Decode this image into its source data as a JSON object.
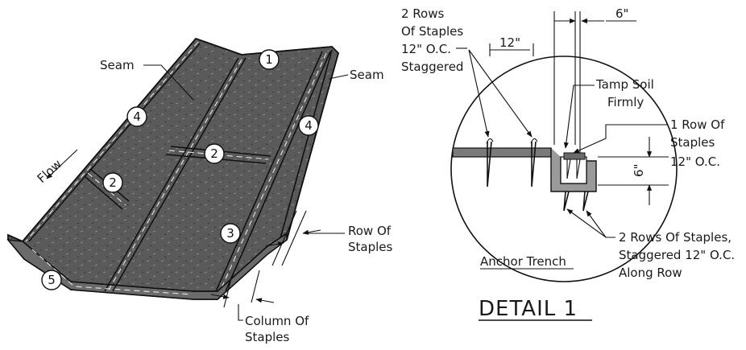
{
  "left_detail": {
    "labels": {
      "seam_left": "Seam",
      "seam_right": "Seam",
      "flow": "Flow",
      "row_of_staples": [
        "Row Of",
        "Staples"
      ],
      "column_of_staples": [
        "Column Of",
        "Staples"
      ]
    },
    "callouts": [
      "1",
      "2",
      "2",
      "3",
      "4",
      "4",
      "5"
    ]
  },
  "right_detail": {
    "labels": {
      "two_rows_top": [
        "2 Rows",
        "Of Staples",
        "12\" O.C.",
        "Staggered"
      ],
      "dim_12": "12\"",
      "dim_6_top": "6\"",
      "dim_6_side": "6\"",
      "tamp_soil": [
        "Tamp Soil",
        "Firmly"
      ],
      "one_row": [
        "1 Row Of",
        "Staples",
        "12\"  O.C."
      ],
      "two_rows_bottom": [
        "2 Rows Of Staples,",
        "Staggered 12\" O.C.",
        "Along Row"
      ],
      "anchor_trench": "Anchor Trench"
    }
  },
  "title": "DETAIL  1"
}
